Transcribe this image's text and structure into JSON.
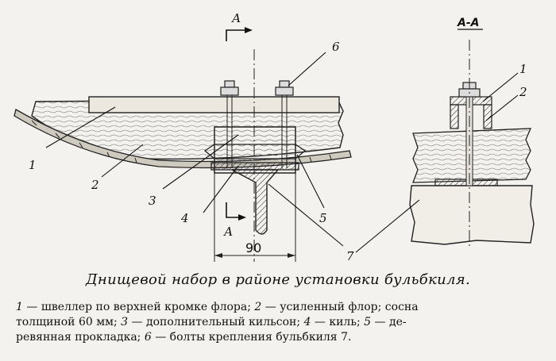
{
  "section_marks": {
    "cut_a_top": "А",
    "cut_a_bottom": "А",
    "section_view_title": "А-А"
  },
  "callouts": {
    "main": [
      "1",
      "2",
      "3",
      "4",
      "5",
      "6",
      "7"
    ],
    "section": [
      "1",
      "2"
    ]
  },
  "dimension": "90",
  "caption": {
    "title": "Днищевой набор в районе установки бульбкиля.",
    "legend_lines": [
      [
        {
          "n": "1",
          "t": " — швеллер по верхней кромке флора; "
        },
        {
          "n": "2",
          "t": " — усиленный флор; сосна"
        }
      ],
      [
        {
          "n": "",
          "t": "толщиной 60 мм; "
        },
        {
          "n": "3",
          "t": " — дополнительный кильсон; "
        },
        {
          "n": "4",
          "t": " — киль; "
        },
        {
          "n": "5",
          "t": " — де-"
        }
      ],
      [
        {
          "n": "",
          "t": "ревянная прокладка; "
        },
        {
          "n": "6",
          "t": " — болты крепления бульбкиля 7."
        }
      ]
    ]
  }
}
